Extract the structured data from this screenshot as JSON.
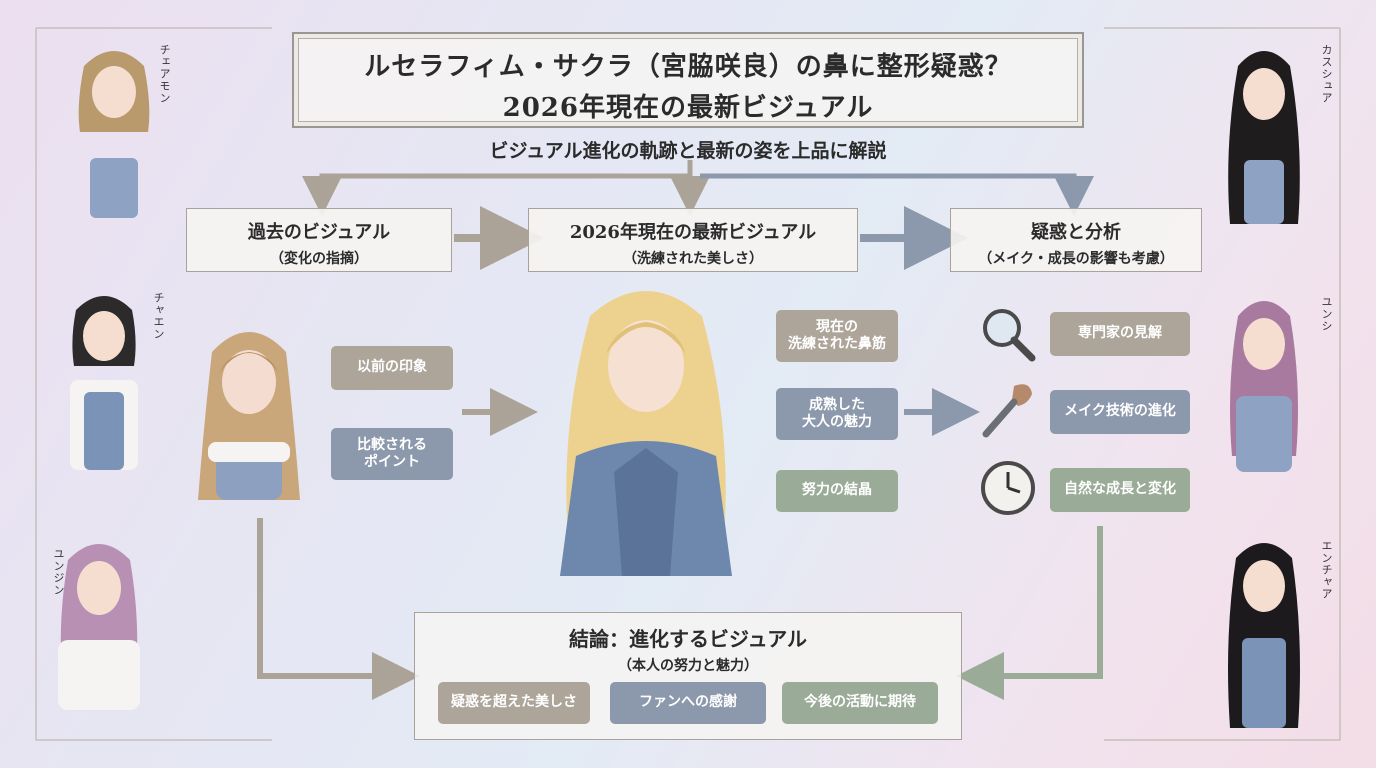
{
  "title": {
    "line1": "ルセラフィム・サクラ（宮脇咲良）の鼻に整形疑惑？",
    "line2": "2026年現在の最新ビジュアル"
  },
  "subtitle": "ビジュアル進化の軌跡と最新の姿を上品に解説",
  "stages": [
    {
      "label": "過去のビジュアル",
      "sub": "（変化の指摘）"
    },
    {
      "label": "2026年現在の最新ビジュアル",
      "sub": "（洗練された美しさ）"
    },
    {
      "label": "疑惑と分析",
      "sub": "（メイク・成長の影響も考慮）"
    }
  ],
  "past_points": [
    {
      "line1": "以前の印象",
      "line2": ""
    },
    {
      "line1": "比較される",
      "line2": "ポイント"
    }
  ],
  "current_points": [
    {
      "line1": "現在の",
      "line2": "洗練された鼻筋"
    },
    {
      "line1": "成熟した",
      "line2": "大人の魅力"
    },
    {
      "line1": "努力の結晶",
      "line2": ""
    }
  ],
  "analysis_points": [
    {
      "label": "専門家の見解",
      "icon": "magnifier-icon"
    },
    {
      "label": "メイク技術の進化",
      "icon": "makeup-brush-icon"
    },
    {
      "label": "自然な成長と変化",
      "icon": "clock-icon"
    }
  ],
  "conclusion": {
    "title": "結論：進化するビジュアル",
    "sub": "（本人の努力と魅力）",
    "tags": [
      "疑惑を超えた美しさ",
      "ファンへの感謝",
      "今後の活動に期待"
    ]
  },
  "members": [
    {
      "name": "チェアモン"
    },
    {
      "name": "チャエン"
    },
    {
      "name": "ユンジン"
    },
    {
      "name": "カスシュア"
    },
    {
      "name": "ユンシ"
    },
    {
      "name": "エンチャア"
    }
  ],
  "colors": {
    "taupe": "#ada59a",
    "slate": "#8c98ab",
    "sage": "#9aab97",
    "frame": "#a9a29b"
  }
}
